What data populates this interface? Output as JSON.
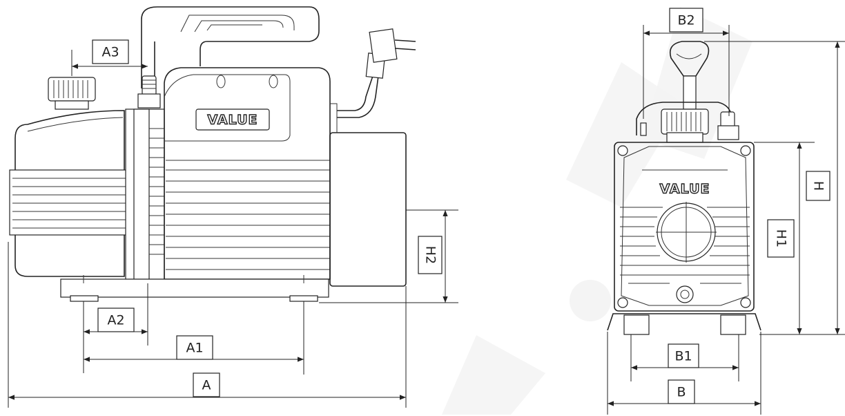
{
  "brand": "VALUE",
  "watermark": ".RU",
  "side_view": {
    "dimensions": {
      "A": "A",
      "A1": "A1",
      "A2": "A2",
      "A3": "A3",
      "H2": "H2"
    }
  },
  "front_view": {
    "dimensions": {
      "B": "B",
      "B1": "B1",
      "B2": "B2",
      "H": "H",
      "H1": "H1"
    }
  }
}
